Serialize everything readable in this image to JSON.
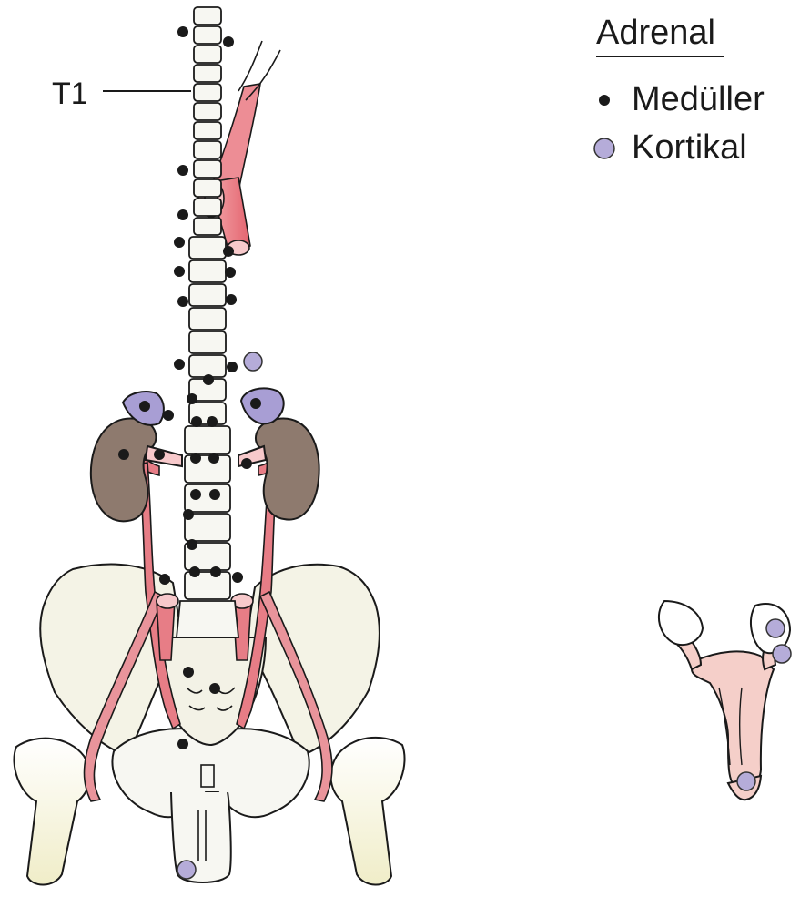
{
  "legend": {
    "title": "Adrenal",
    "items": [
      {
        "label": "Medüller",
        "marker": "medullary-dot"
      },
      {
        "label": "Kortikal",
        "marker": "cortical-dot"
      }
    ]
  },
  "vertebra_label": "T1",
  "colors": {
    "medullary": "#1a1a1a",
    "cortical": "#b5acd9",
    "vessel": "#e77d86",
    "kidney": "#8e7a6e",
    "bone_fill": "#f6f6f2",
    "pelvis_fill": "#f3f2e1",
    "uterus": "#f5cfc9",
    "adrenal": "#a89ed4"
  }
}
